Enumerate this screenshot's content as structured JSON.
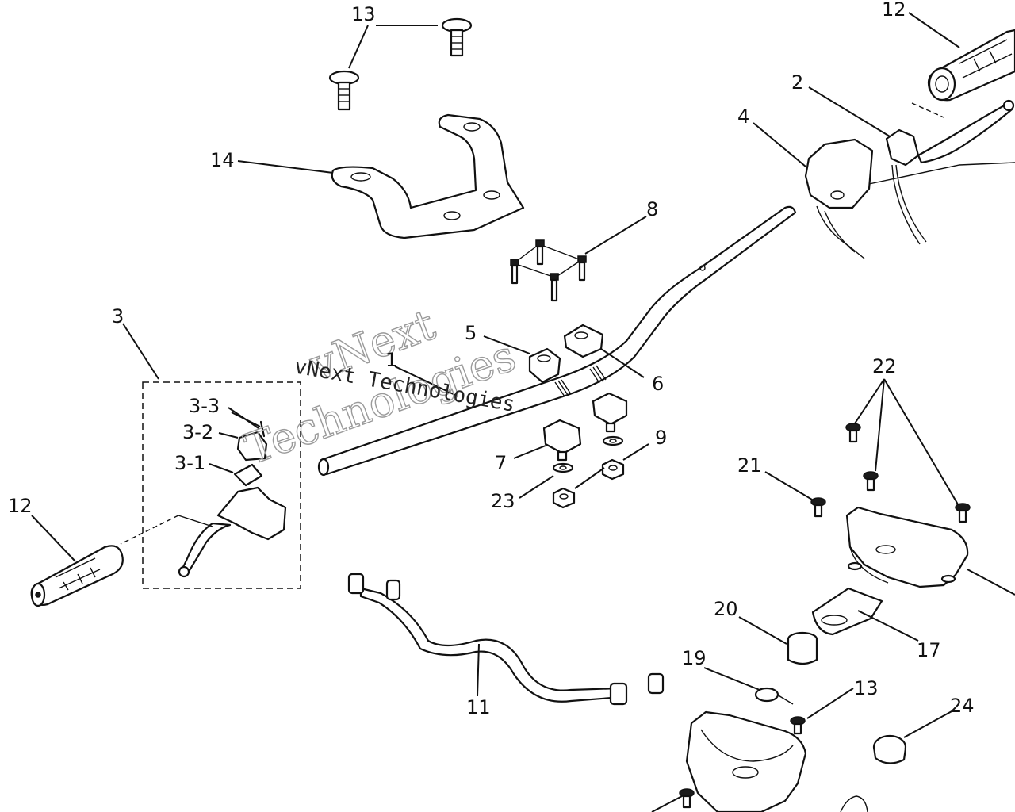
{
  "watermark": {
    "line1": "vNext",
    "line2": "Technologies",
    "line3": "vNext Technologies"
  },
  "callouts": {
    "c1": "1",
    "c2": "2",
    "c3": "3",
    "c3_1": "3-1",
    "c3_2": "3-2",
    "c3_3": "3-3",
    "c4": "4",
    "c5": "5",
    "c6": "6",
    "c7": "7",
    "c8": "8",
    "c9": "9",
    "c11": "11",
    "c12_left": "12",
    "c12_right": "12",
    "c13_top": "13",
    "c13_bottom": "13",
    "c14": "14",
    "c17": "17",
    "c19": "19",
    "c20": "20",
    "c21": "21",
    "c22": "22",
    "c23": "23",
    "c24": "24"
  }
}
